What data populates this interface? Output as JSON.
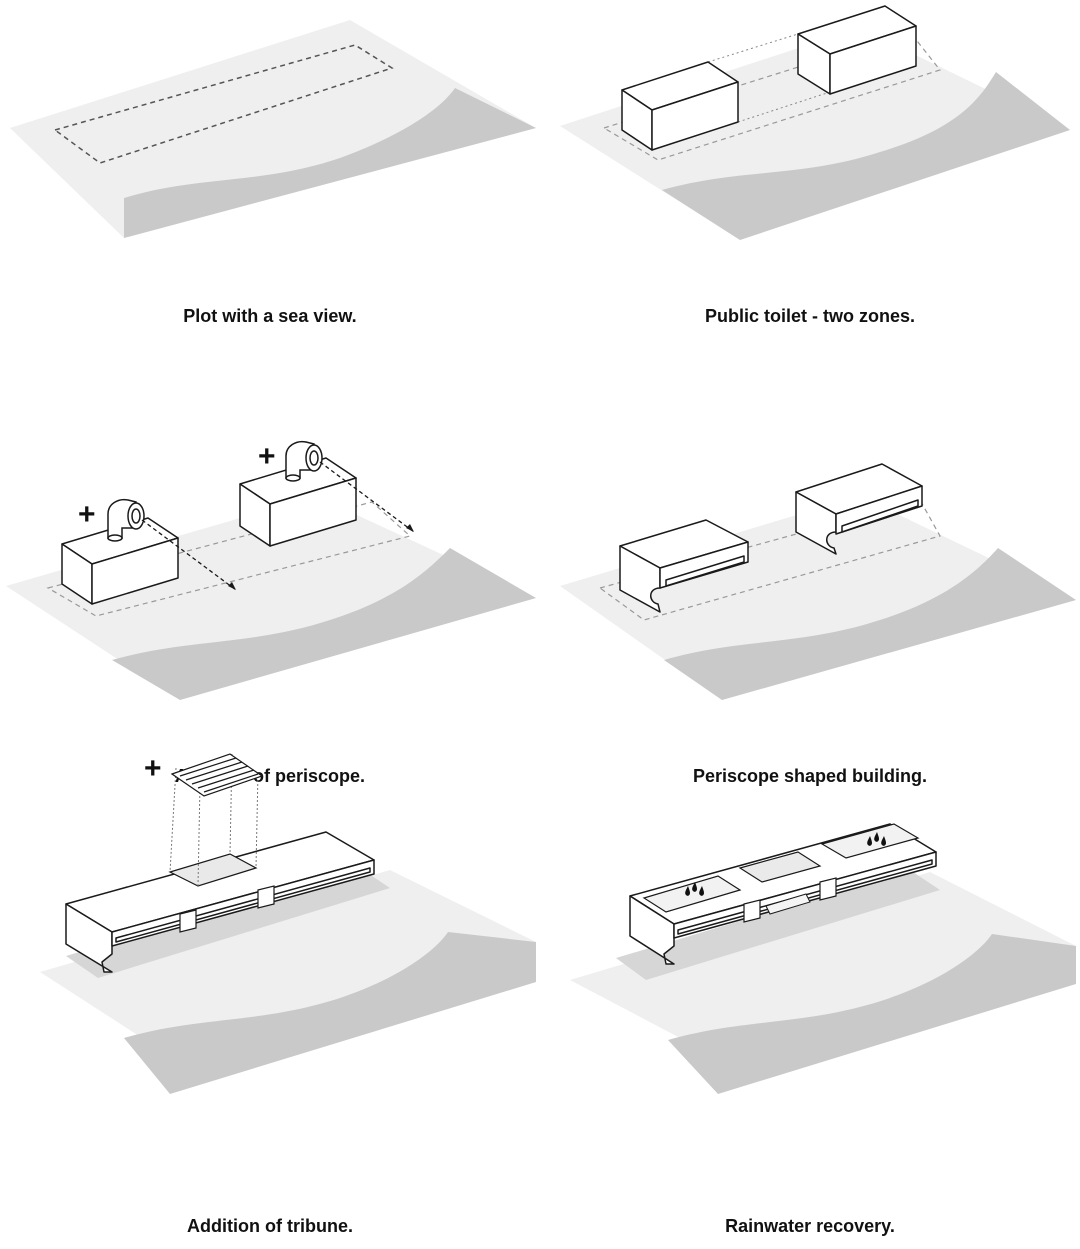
{
  "colors": {
    "ground": "#efefef",
    "sea": "#c9c9c9",
    "building": "#ffffff",
    "line": "#1a1a1a",
    "dashed": "#777777"
  },
  "panels": [
    {
      "caption": "Plot with a sea view."
    },
    {
      "caption": "Public toilet - two zones."
    },
    {
      "caption": "Addition of periscope.",
      "plus_left": "+",
      "plus_right": "+"
    },
    {
      "caption": "Periscope shaped building."
    },
    {
      "caption": "Addition of tribune.",
      "plus": "+"
    },
    {
      "caption": "Rainwater recovery.",
      "icons": [
        "raindrops-icon",
        "raindrops-icon"
      ]
    }
  ]
}
